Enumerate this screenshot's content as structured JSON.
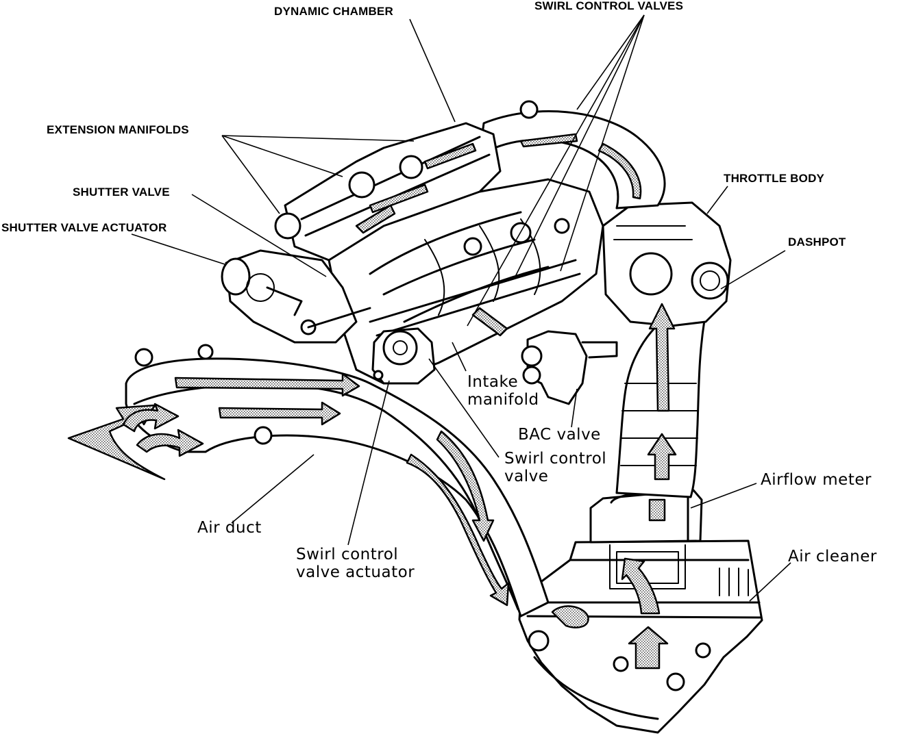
{
  "labels": {
    "dynamic_chamber": "DYNAMIC CHAMBER",
    "swirl_control_valves": "SWIRL CONTROL VALVES",
    "extension_manifolds": "EXTENSION MANIFOLDS",
    "shutter_valve": "SHUTTER VALVE",
    "shutter_valve_actuator": "SHUTTER VALVE ACTUATOR",
    "throttle_body": "THROTTLE BODY",
    "dashpot": "DASHPOT",
    "intake_manifold": [
      "Intake",
      "manifold"
    ],
    "bac_valve": "BAC valve",
    "swirl_control_valve": [
      "Swirl control",
      "valve"
    ],
    "airflow_meter": "Airflow meter",
    "air_duct": "Air duct",
    "swirl_control_valve_actuator": [
      "Swirl control",
      "valve actuator"
    ],
    "air_cleaner": "Air cleaner"
  },
  "colors": {
    "ink": "#000000",
    "paper": "#ffffff",
    "airflow_stipple": "#9a9a9a"
  }
}
